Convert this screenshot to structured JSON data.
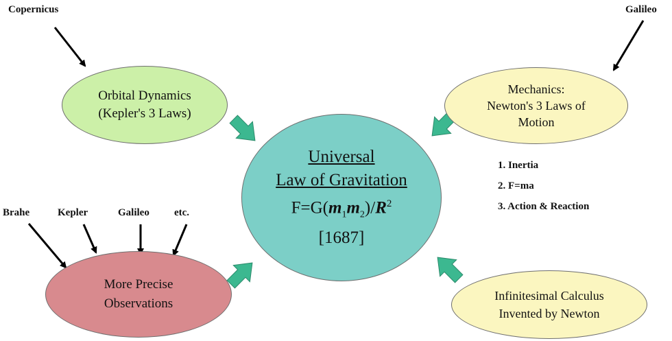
{
  "contributors": {
    "copernicus": "Copernicus",
    "galileo_top": "Galileo",
    "brahe": "Brahe",
    "kepler": "Kepler",
    "galileo": "Galileo",
    "etc": "etc."
  },
  "nodes": {
    "orbital": {
      "line1": "Orbital Dynamics",
      "line2": "(Kepler's 3 Laws)",
      "color": "#ccf0a8"
    },
    "mechanics": {
      "line1": "Mechanics:",
      "line2": "Newton's 3 Laws of",
      "line3": "Motion",
      "color": "#fbf6c0"
    },
    "observations": {
      "line1": "More Precise",
      "line2": "Observations",
      "color": "#d88a8e"
    },
    "calculus": {
      "line1": "Infinitesimal Calculus",
      "line2": "Invented by Newton",
      "color": "#fbf6c0"
    },
    "center": {
      "title1": "Universal",
      "title2": "Law of Gravitation",
      "formula_prefix": "F=G(",
      "m1": "m",
      "sub1": "1",
      "m2": "m",
      "sub2": "2",
      "formula_mid": ")/",
      "r": "R",
      "sup": "2",
      "year": "[1687]",
      "color": "#7ccfc7"
    }
  },
  "laws_list": [
    "1. Inertia",
    "2. F=ma",
    "3. Action & Reaction"
  ],
  "colors": {
    "feed_arrow": "#3cb890",
    "black_arrow": "#000000",
    "ellipse_border": "#6e6e6e"
  }
}
